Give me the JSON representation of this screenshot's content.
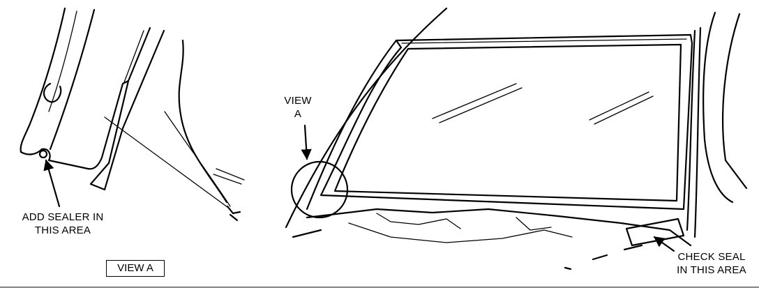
{
  "labels": {
    "add_sealer_line1": "ADD SEALER IN",
    "add_sealer_line2": "THIS AREA",
    "view_callout_line1": "VIEW",
    "view_callout_line2": "A",
    "check_seal_line1": "CHECK SEAL",
    "check_seal_line2": "IN THIS AREA",
    "view_a_box": "VIEW A"
  },
  "colors": {
    "ink": "#000000",
    "paper": "#ffffff"
  }
}
